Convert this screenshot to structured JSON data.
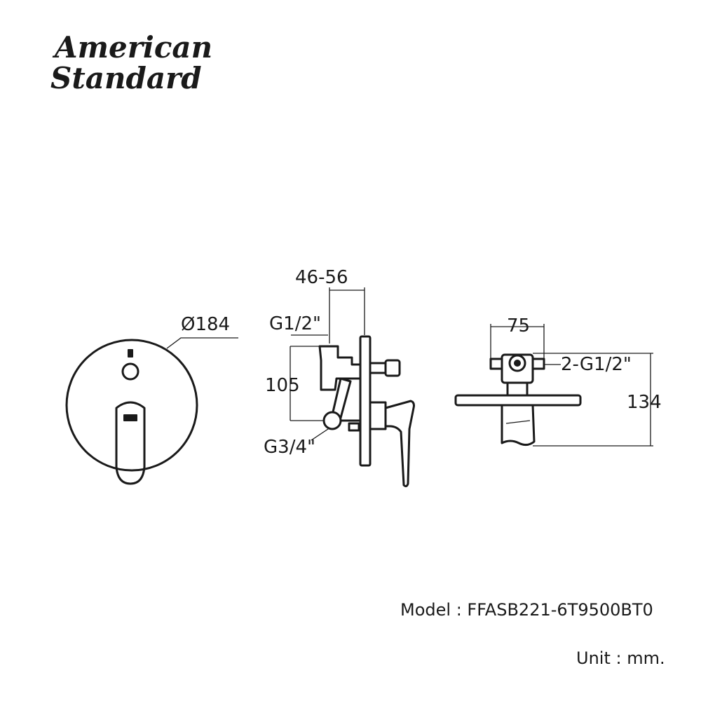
{
  "brand": {
    "line1": "American",
    "line2": "Standard"
  },
  "front_view": {
    "diameter_label": "Ø184"
  },
  "side_view": {
    "depth_label": "46-56",
    "inlet_top_label": "G1/2\"",
    "height_label": "105",
    "inlet_bottom_label": "G3/4\""
  },
  "top_view": {
    "width_label": "75",
    "connection_label": "2-G1/2\"",
    "height_label": "134"
  },
  "footer": {
    "model_text": "Model : FFASB221-6T9500BT0",
    "unit_text": "Unit : mm."
  },
  "colors": {
    "ink": "#1a1a1a",
    "background": "#ffffff"
  }
}
